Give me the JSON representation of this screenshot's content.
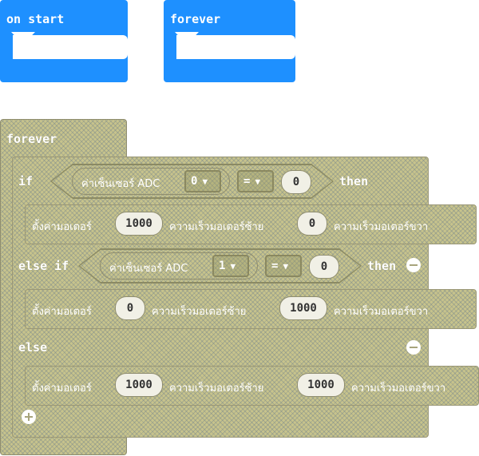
{
  "events": {
    "on_start": "on start",
    "forever": "forever"
  },
  "main_block": {
    "title": "forever",
    "if_kw": "if",
    "then_kw": "then",
    "else_if_kw": "else if",
    "else_kw": "else",
    "condition1": {
      "sensor_label": "ค่าเซ็นเซอร์ ADC",
      "channel": "0",
      "operator": "=",
      "value": "0"
    },
    "condition2": {
      "sensor_label": "ค่าเซ็นเซอร์ ADC",
      "channel": "1",
      "operator": "=",
      "value": "0"
    },
    "motor_label": "ตั้งค่ามอเตอร์",
    "left_label": "ความเร็วมอเตอร์ซ้าย",
    "right_label": "ความเร็วมอเตอร์ขวา",
    "motor1": {
      "speed": "1000",
      "left": "0"
    },
    "motor2": {
      "speed": "0",
      "left": "1000"
    },
    "motor3": {
      "speed": "1000",
      "left": "1000"
    }
  },
  "icons": [
    "minus-circle-icon",
    "plus-circle-icon",
    "dropdown-caret-icon"
  ]
}
